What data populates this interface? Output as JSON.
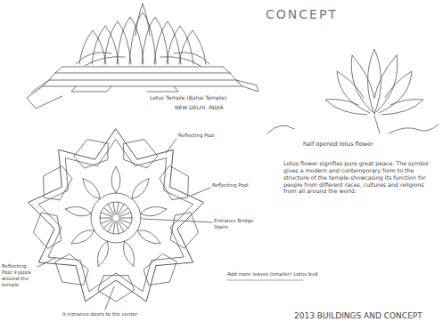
{
  "diagram": {
    "title": "CONCEPT",
    "labels": [
      "Lotus Temple (Bahai Temple)",
      "NEW DELHI, INDIA",
      "Reflecting Pool",
      "Reflecting Pool",
      "Entrance Bridge Stairs",
      "Reflecting Pool 9 pools around the temple",
      "9 entrance doors to the center",
      "half opened lotus flower",
      "Lotus flower signifies pure great peace. The symbol gives a modern and contemporary form to the structure of the temple showcasing its function for people from different races, cultures and religions from all around the world.",
      "Add more leaves (smaller) Lotus bud",
      "2013 BUILDINGS AND CONCEPT"
    ]
  }
}
